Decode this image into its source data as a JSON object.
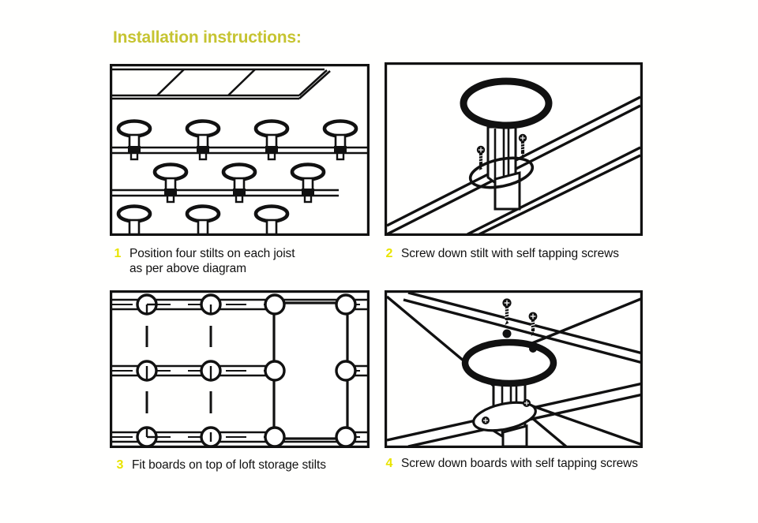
{
  "document": {
    "title": "Installation instructions:",
    "title_color": "#c6c431",
    "background_color": "#fffffe",
    "ink_color": "#111111",
    "step_number_color": "#e9e400"
  },
  "steps": [
    {
      "number": "1",
      "caption": "Position four stilts on each joist\nas per above diagram",
      "panel_name": "joists-with-stilts-overview",
      "view": "perspective overview of ceiling joists with loft stilts fitted"
    },
    {
      "number": "2",
      "caption": "Screw down stilt with self tapping screws",
      "panel_name": "stilt-screwed-to-joist-detail",
      "view": "close-up of a single stilt on a joist with two self tapping screws"
    },
    {
      "number": "3",
      "caption": "Fit boards on top of loft storage stilts",
      "panel_name": "boards-on-stilts-plan",
      "view": "plan view of three joists with four stilt positions and a board laid on top"
    },
    {
      "number": "4",
      "caption": "Screw down boards with self tapping screws",
      "panel_name": "board-screwed-to-stilt-detail",
      "view": "close-up of a board being screwed onto the stilt cap with two self tapping screws"
    }
  ],
  "panels": {
    "panel1": {
      "label": "Step 1 diagram",
      "parts": [
        "loft boards slab at top",
        "upper joist with four stilts",
        "middle joist with three stilts",
        "lower joist with three stilt caps"
      ]
    },
    "panel2": {
      "label": "Step 2 diagram",
      "parts": [
        "stilt cap",
        "stilt column",
        "base flange",
        "diagonal joist",
        "self tapping screw left",
        "self tapping screw right"
      ]
    },
    "panel3": {
      "label": "Step 3 diagram",
      "parts": [
        "joist line top",
        "joist line middle",
        "joist line bottom",
        "stilt cap circles",
        "loft board panel"
      ]
    },
    "panel4": {
      "label": "Step 4 diagram",
      "parts": [
        "loft board edge",
        "stilt cap",
        "stilt column",
        "base flange",
        "joist",
        "self tapping screw left",
        "self tapping screw right",
        "pilot hole left",
        "pilot hole right"
      ]
    }
  }
}
